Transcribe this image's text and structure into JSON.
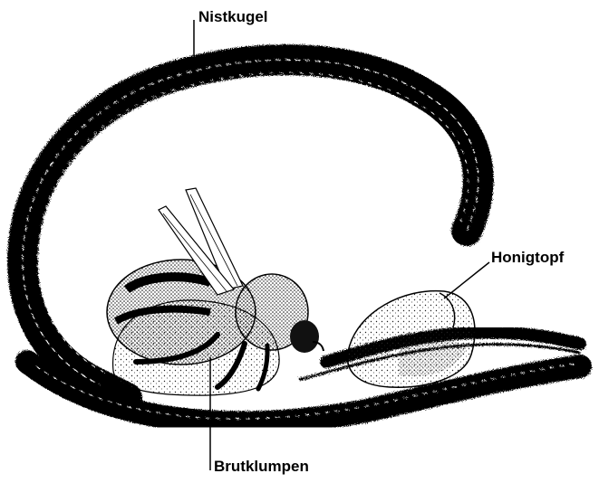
{
  "labels": {
    "nest_ball": "Nistkugel",
    "honey_pot": "Honigtopf",
    "brood_clump": "Brutklumpen"
  },
  "colors": {
    "ink": "#000000",
    "paper": "#ffffff",
    "stipple": "#222222"
  },
  "figure": {
    "subject": "bumblebee nest cross-section",
    "elements": [
      "nest-ball",
      "bumblebee",
      "honey-pot",
      "brood-clump",
      "nest-floor"
    ]
  }
}
